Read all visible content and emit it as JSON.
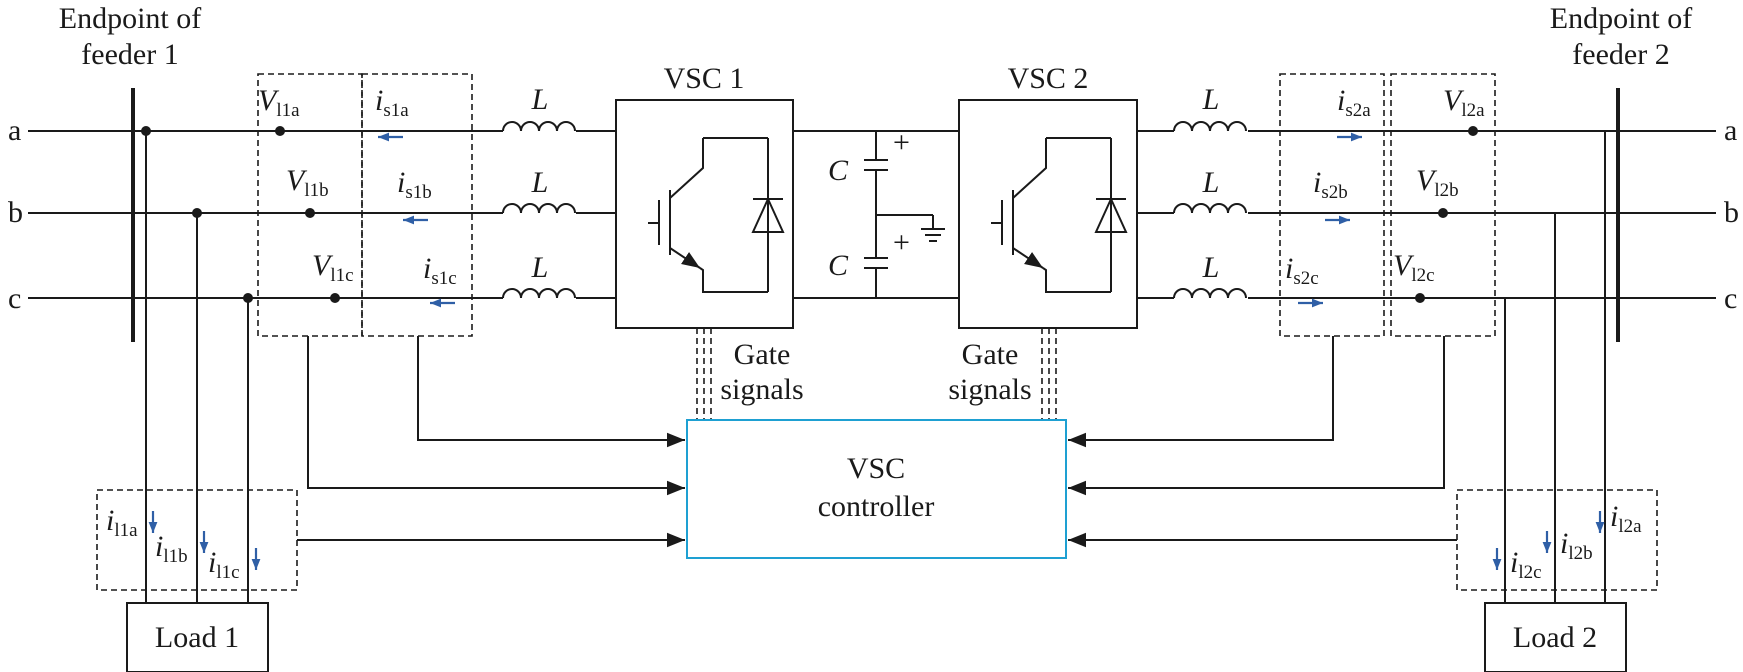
{
  "labels": {
    "feeder1": [
      "Endpoint of",
      "feeder 1"
    ],
    "feeder2": [
      "Endpoint of",
      "feeder 2"
    ],
    "phases": [
      "a",
      "b",
      "c"
    ],
    "vsc1": "VSC 1",
    "vsc2": "VSC 2",
    "inductor": "L",
    "capacitor": "C",
    "cap_polarity": "+",
    "gate_signals": [
      "Gate",
      "signals"
    ],
    "controller": [
      "VSC",
      "controller"
    ],
    "load1": "Load 1",
    "load2": "Load 2"
  },
  "measurements": {
    "v_l1": [
      {
        "sym": "V",
        "sub": "l1a"
      },
      {
        "sym": "V",
        "sub": "l1b"
      },
      {
        "sym": "V",
        "sub": "l1c"
      }
    ],
    "i_s1": [
      {
        "sym": "i",
        "sub": "s1a"
      },
      {
        "sym": "i",
        "sub": "s1b"
      },
      {
        "sym": "i",
        "sub": "s1c"
      }
    ],
    "i_s2": [
      {
        "sym": "i",
        "sub": "s2a"
      },
      {
        "sym": "i",
        "sub": "s2b"
      },
      {
        "sym": "i",
        "sub": "s2c"
      }
    ],
    "v_l2": [
      {
        "sym": "V",
        "sub": "l2a"
      },
      {
        "sym": "V",
        "sub": "l2b"
      },
      {
        "sym": "V",
        "sub": "l2c"
      }
    ],
    "i_l1": [
      {
        "sym": "i",
        "sub": "l1a"
      },
      {
        "sym": "i",
        "sub": "l1b"
      },
      {
        "sym": "i",
        "sub": "l1c"
      }
    ],
    "i_l2": [
      {
        "sym": "i",
        "sub": "l2a"
      },
      {
        "sym": "i",
        "sub": "l2b"
      },
      {
        "sym": "i",
        "sub": "l2c"
      }
    ]
  },
  "colors": {
    "ink": "#1a1a1a",
    "arrow_blue": "#2f5fa6",
    "controller_border": "#1ea0d2"
  }
}
